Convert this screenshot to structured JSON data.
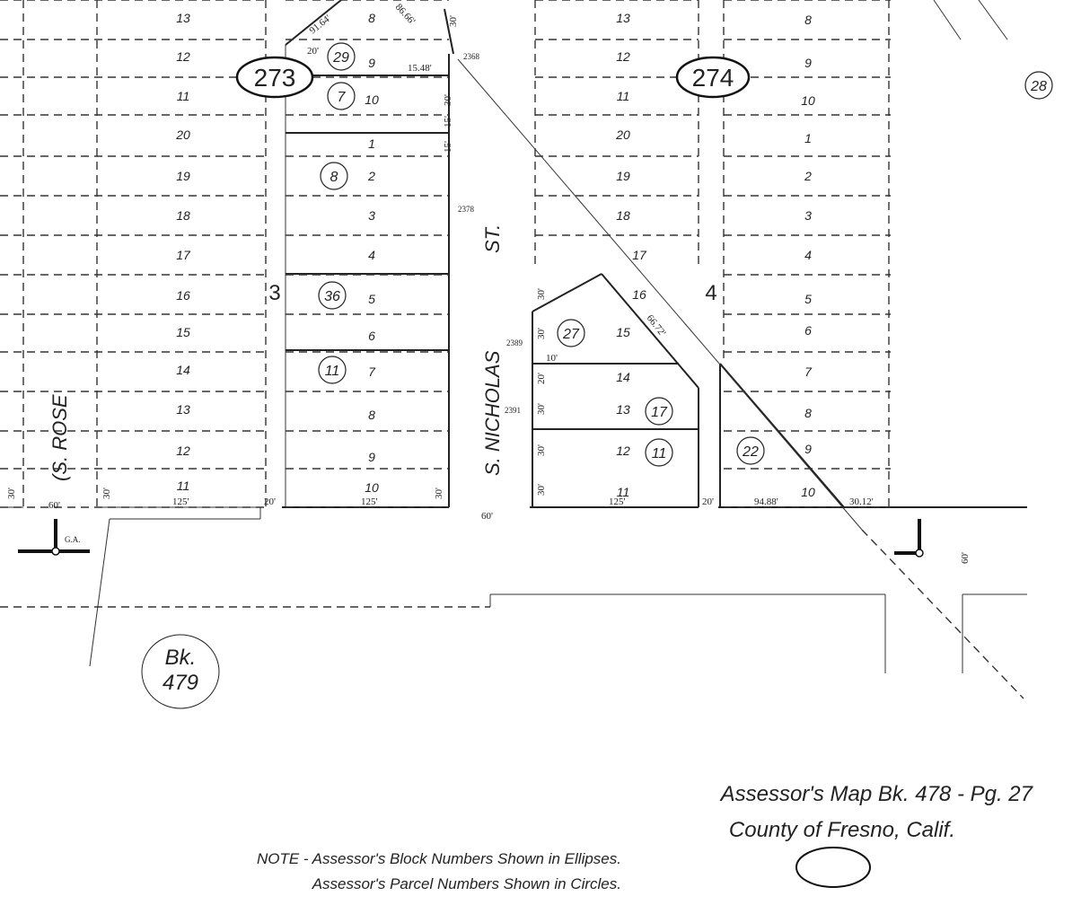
{
  "blocks": {
    "block_273": "273",
    "block_274": "274",
    "block_3": "3",
    "block_4": "4",
    "bk_label": "Bk.",
    "bk_number": "479"
  },
  "streets": {
    "rose": "(S. ROSE",
    "nicholas": "S. NICHOLAS",
    "st": "ST."
  },
  "lots": {
    "col1": [
      "13",
      "12",
      "11",
      "20",
      "19",
      "18",
      "17",
      "16",
      "15",
      "14",
      "13",
      "12",
      "11"
    ],
    "col2": [
      "8",
      "9",
      "10",
      "1",
      "2",
      "3",
      "4",
      "5",
      "6",
      "7",
      "8",
      "9",
      "10"
    ],
    "col3": [
      "13",
      "12",
      "11",
      "20",
      "19",
      "18",
      "17",
      "16",
      "15",
      "14",
      "13",
      "12",
      "11"
    ],
    "col4": [
      "8",
      "9",
      "10",
      "1",
      "2",
      "3",
      "4",
      "5",
      "6",
      "7",
      "8",
      "9",
      "10"
    ]
  },
  "parcels": [
    "29",
    "7",
    "8",
    "36",
    "11",
    "27",
    "17",
    "11",
    "22",
    "28"
  ],
  "dimensions": {
    "d_91_64": "91.64'",
    "d_86_66": "86.66'",
    "d_30_top": "30'",
    "d_20_top": "20'",
    "d_15_48": "15.48'",
    "d_2368": "2368",
    "d_30_a": "30'",
    "d_15_a": "15'",
    "d_15_b": "15'",
    "d_2378": "2378",
    "d_30_b": "30'",
    "d_30_c": "30'",
    "d_2389": "2389",
    "d_10": "10'",
    "d_20_b": "20'",
    "d_2391": "2391",
    "d_30_d": "30'",
    "d_30_e": "30'",
    "d_30_f": "30'",
    "d_66_72": "66.72'",
    "d_125_a": "125'",
    "d_125_b": "125'",
    "d_125_c": "125'",
    "d_20_c": "20'",
    "d_20_d": "20'",
    "d_60_a": "60'",
    "d_60_b": "60'",
    "d_60_c": "60'",
    "d_30_g": "30'",
    "d_30_h": "30'",
    "d_94_88": "94.88'",
    "d_30_12": "30.12'",
    "d_30_i": "30'",
    "ga": "G.A."
  },
  "footer": {
    "map_ref": "Assessor's  Map  Bk. 478   - Pg.  27",
    "county": "County  of  Fresno,   Calif.",
    "note_line1": "NOTE - Assessor's  Block  Numbers  Shown  in  Ellipses.",
    "note_line2": "Assessor's  Parcel  Numbers  Shown  in  Circles."
  }
}
